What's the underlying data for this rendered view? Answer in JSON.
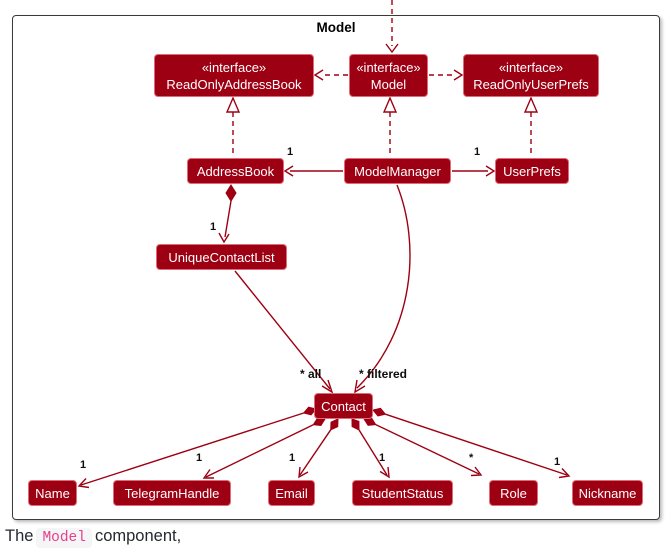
{
  "frame": {
    "title": "Model"
  },
  "classes": {
    "readOnlyAddressBook": {
      "stereotype": "«interface»",
      "name": "ReadOnlyAddressBook"
    },
    "model": {
      "stereotype": "«interface»",
      "name": "Model"
    },
    "readOnlyUserPrefs": {
      "stereotype": "«interface»",
      "name": "ReadOnlyUserPrefs"
    },
    "addressBook": {
      "name": "AddressBook"
    },
    "modelManager": {
      "name": "ModelManager"
    },
    "userPrefs": {
      "name": "UserPrefs"
    },
    "uniqueContactList": {
      "name": "UniqueContactList"
    },
    "contact": {
      "name": "Contact"
    },
    "nameClass": {
      "name": "Name"
    },
    "telegramHandle": {
      "name": "TelegramHandle"
    },
    "email": {
      "name": "Email"
    },
    "studentStatus": {
      "name": "StudentStatus"
    },
    "role": {
      "name": "Role"
    },
    "nickname": {
      "name": "Nickname"
    }
  },
  "labels": {
    "mm_ab": "1",
    "mm_up": "1",
    "ab_ucl": "1",
    "ucl_contact": "* all",
    "mm_contact": "* filtered",
    "contact_name": "1",
    "contact_th": "1",
    "contact_email": "1",
    "contact_ss": "1",
    "contact_role": "*",
    "contact_nickname": "1"
  },
  "caption": {
    "prefix": "The",
    "code": "Model",
    "suffix": "component,"
  },
  "colors": {
    "boxFill": "#9D0012",
    "boxBorder": "#e06a75",
    "boxText": "#ffffff",
    "line": "#9D0012",
    "frameBorder": "#3a3a3a",
    "labelText": "#0d0d0d",
    "captionText": "#24292f",
    "codeText": "#e83e8c",
    "codeBg": "#f4f5f6"
  }
}
